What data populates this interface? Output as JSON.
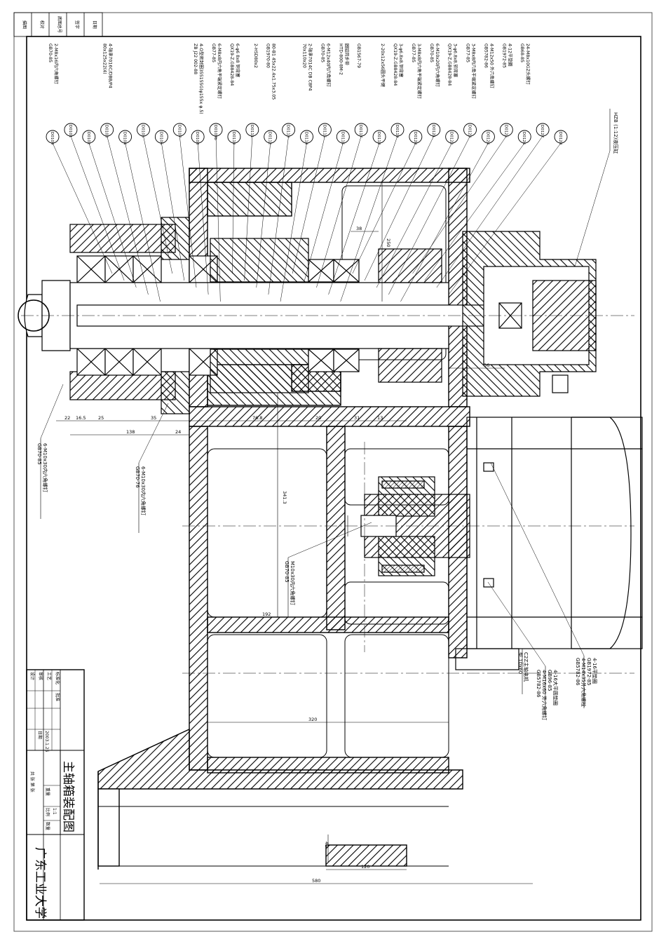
{
  "title_block": {
    "drawing_title": "主轴箱装配图",
    "institution": "广东工业大学",
    "scale_label": "比例",
    "scale_value": "1:1",
    "weight_label": "重量",
    "quantity_label": "数量",
    "sheet_text": "共 张 第 张",
    "date_value": "2003.1.25",
    "date_label": "日期",
    "row_labels": [
      "设计",
      "审核",
      "工艺",
      "标准化",
      "批准"
    ]
  },
  "corner_stamp": [
    "描图",
    "校对",
    "底图总号",
    "签字",
    "日期"
  ],
  "callouts": [
    {
      "id": "D0109",
      "text": "2-M8x16内六角螺钉",
      "sub": "GB70-85"
    },
    {
      "id": "D0101",
      "text": "",
      "sub": ""
    },
    {
      "id": "D0102",
      "text": "",
      "sub": ""
    },
    {
      "id": "D0103",
      "text": "4-轴承7016C/DBB/P4",
      "sub": "80x125x22(4)"
    },
    {
      "id": "D0104",
      "text": "",
      "sub": ""
    },
    {
      "id": "D0105",
      "text": "",
      "sub": ""
    },
    {
      "id": "D0106",
      "text": "",
      "sub": ""
    },
    {
      "id": "D0107",
      "text": "",
      "sub": ""
    },
    {
      "id": "D0108",
      "text": "4-O型密封圈355155G(φ155x φ.5)",
      "sub": "ZB J22 002-88"
    },
    {
      "id": "D0109b",
      "text": "6-M8x8内六角平端紧定螺钉",
      "sub": "GB77-85"
    },
    {
      "id": "D0110",
      "text": "6-φ6 8x8 铜背塞",
      "sub": "QX19-Z.GB8428-84"
    },
    {
      "id": "D0111",
      "text": "2-HSD80x2",
      "sub": ""
    },
    {
      "id": "D0112",
      "text": "80-B1 45x22.4x1.75x3.05",
      "sub": "GB1970-80"
    },
    {
      "id": "D0113",
      "text": "",
      "sub": ""
    },
    {
      "id": "D0114",
      "text": "2-轴承7014C DB C8P4",
      "sub": "70x110x20"
    },
    {
      "id": "D0115",
      "text": "6-M12x40内六角螺钉",
      "sub": "GB70-85"
    },
    {
      "id": "D0116",
      "text": "圆弧同步带",
      "sub": "HTD-800-8M-2"
    },
    {
      "id": "D0117",
      "text": "",
      "sub": "GB1567-79"
    },
    {
      "id": "D0118",
      "text": "2-20x12x56圆头平键",
      "sub": ""
    },
    {
      "id": "D0119",
      "text": "3-φ6.8x8.铜背塞",
      "sub": "QX19-Z.GB8428-84"
    },
    {
      "id": "D0120",
      "text": "3-M8x8内六角平端紧定螺钉",
      "sub": "GB77-85"
    },
    {
      "id": "D0121",
      "text": "6-M10x20内六角螺钉",
      "sub": "GB70-85"
    },
    {
      "id": "D0122",
      "text": "3-φ6.8x8.铜背塞",
      "sub": "QX19-Z.GB8428-84"
    },
    {
      "id": "D0123",
      "text": "3-M8x8内六角平端紧定螺钉",
      "sub": "GB77-85"
    },
    {
      "id": "D0124",
      "text": "4-M12x50 外六角螺钉",
      "sub": "GB5782-86"
    },
    {
      "id": "D0125",
      "text": "4-12平垫圈",
      "sub": "GB1972-85"
    },
    {
      "id": "D0126",
      "text": "24-M8x10GZ头螺钉",
      "sub": "GB68-85"
    },
    {
      "id": "D0127",
      "text": "",
      "sub": ""
    },
    {
      "id": "D0128",
      "text": "",
      "sub": ""
    }
  ],
  "side_notes": [
    {
      "text": "HZB (1:12)液压缸",
      "sub": ""
    },
    {
      "text": "4-16平垫圈",
      "sub": "GB1972-85"
    },
    {
      "text": "4-M14x35外六角螺栓",
      "sub": "GB5782-86"
    },
    {
      "text": "4-16大平圆垫圈",
      "sub": "GB96-85"
    },
    {
      "text": "4-M16x60 外六角螺钉",
      "sub": "GB5782-86"
    },
    {
      "text": "C2Z主轴电机",
      "sub": "型 10x60"
    },
    {
      "text": "6-M10x30内六角螺钉",
      "sub": "GB70-85"
    },
    {
      "text": "6-M10x30内六角螺钉",
      "sub": "GB70-76"
    },
    {
      "text": "M10x30内六角螺钉",
      "sub": "GB70-85"
    }
  ],
  "dimensions": {
    "d22": "22",
    "d16": "16.5",
    "d25": "25",
    "d35": "35",
    "d38": "38",
    "d138": "138",
    "d24": "24",
    "d76": "76.8",
    "d20": "20",
    "d31": "31",
    "d13": "13",
    "d341": "341.3",
    "d192": "192",
    "d320": "320",
    "d580": "580",
    "d120": "120",
    "d40": "40",
    "d36": "36",
    "d250": "250"
  }
}
